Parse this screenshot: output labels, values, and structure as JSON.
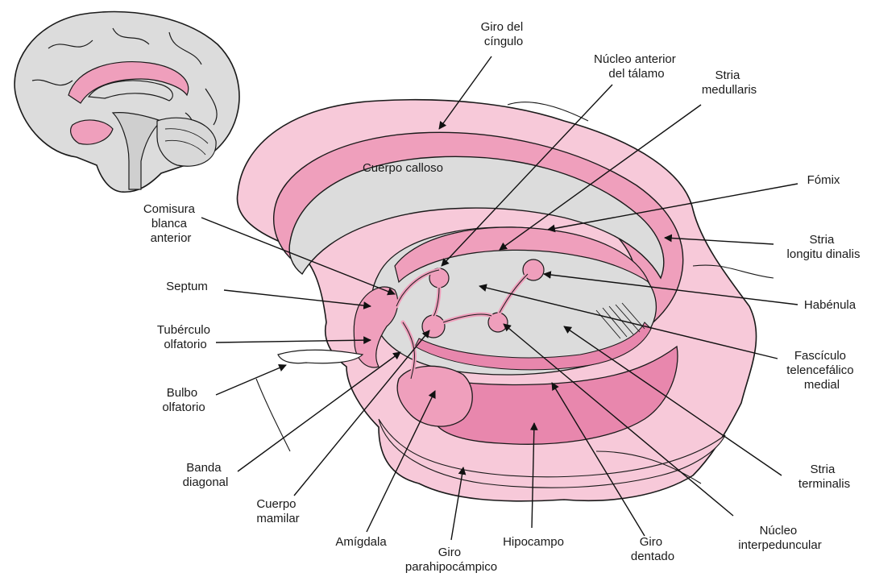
{
  "colors": {
    "pink_light": "#f7c9d9",
    "pink_mid": "#ef9fbc",
    "pink_strong": "#e887ad",
    "gray_fill": "#dcdcdc",
    "outline": "#1a1a1a"
  },
  "labels": {
    "giro_cingulo": [
      "Giro del",
      "cíngulo"
    ],
    "nucleo_anterior": [
      "Núcleo anterior",
      "del  tálamo"
    ],
    "stria_medullaris": [
      "Stria",
      "medullaris"
    ],
    "cuerpo_calloso": [
      "Cuerpo calloso"
    ],
    "fornix": [
      "Fómix"
    ],
    "stria_longitudinalis": [
      "Stria",
      "longitu dinalis"
    ],
    "habenula": [
      "Habénula"
    ],
    "fasciculo": [
      "Fascículo",
      "telencefálico",
      "medial"
    ],
    "stria_terminalis": [
      "Stria",
      "terminalis"
    ],
    "nucleo_interpeduncular": [
      "Núcleo",
      "interpeduncular"
    ],
    "giro_dentado": [
      "Giro",
      "dentado"
    ],
    "hipocampo": [
      "Hipocampo"
    ],
    "giro_parahipocampico": [
      "Giro",
      "parahipocámpico"
    ],
    "amigdala": [
      "Amígdala"
    ],
    "cuerpo_mamilar": [
      "Cuerpo",
      "mamilar"
    ],
    "banda_diagonal": [
      "Banda",
      "diagonal"
    ],
    "bulbo_olfatorio": [
      "Bulbo",
      "olfatorio"
    ],
    "tuberculo_olfatorio": [
      "Tubérculo",
      "olfatorio"
    ],
    "septum": [
      "Septum"
    ],
    "comisura": [
      "Comisura",
      "blanca",
      "anterior"
    ]
  }
}
